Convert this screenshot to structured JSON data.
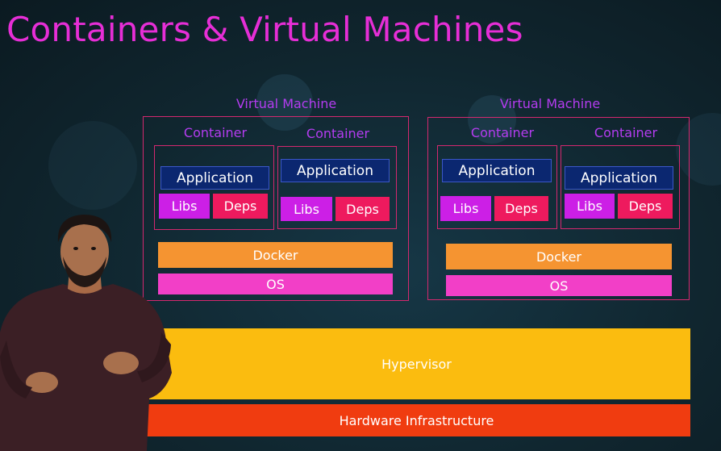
{
  "slide": {
    "title": "Containers & Virtual Machines"
  },
  "diagram": {
    "vm_left": {
      "label": "Virtual Machine",
      "containers": [
        {
          "label": "Container",
          "application": "Application",
          "libs": "Libs",
          "deps": "Deps"
        },
        {
          "label": "Container",
          "application": "Application",
          "libs": "Libs",
          "deps": "Deps"
        }
      ],
      "docker": "Docker",
      "os": "OS"
    },
    "vm_right": {
      "label": "Virtual Machine",
      "containers": [
        {
          "label": "Container",
          "application": "Application",
          "libs": "Libs",
          "deps": "Deps"
        },
        {
          "label": "Container",
          "application": "Application",
          "libs": "Libs",
          "deps": "Deps"
        }
      ],
      "docker": "Docker",
      "os": "OS"
    },
    "hypervisor": "Hypervisor",
    "hardware": "Hardware Infrastructure"
  },
  "colors": {
    "title": "#e62ed6",
    "border": "#d4286f",
    "label": "#b43cf0",
    "application": "#0b2770",
    "libs": "#cc1fe6",
    "deps": "#ee1a5e",
    "docker": "#f59431",
    "os": "#f23fc7",
    "hypervisor": "#fbbc0f",
    "hardware": "#f03c10"
  }
}
